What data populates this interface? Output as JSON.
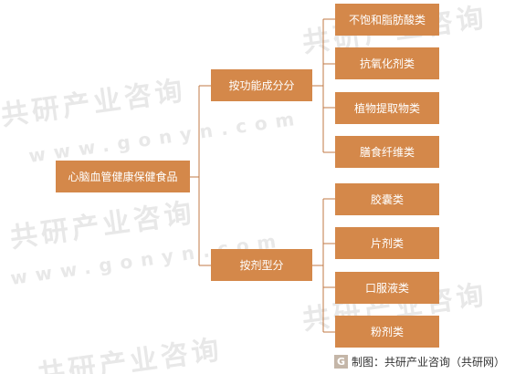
{
  "diagram": {
    "root": {
      "label": "心脑血管健康保健食品"
    },
    "categories": [
      {
        "label": "按功能成分分",
        "children": [
          "不饱和脂肪酸类",
          "抗氧化剂类",
          "植物提取物类",
          "膳食纤维类"
        ]
      },
      {
        "label": "按剂型分",
        "children": [
          "胶囊类",
          "片剂类",
          "口服液类",
          "粉剂类"
        ]
      }
    ]
  },
  "watermark": {
    "brand": "共研产业咨询",
    "url": "www.gonyn.com"
  },
  "source": {
    "logo_letter": "G",
    "text": "制图：共研产业咨询（共研网）"
  },
  "colors": {
    "node_fill": "#d4884a",
    "node_text": "#ffffff",
    "connector": "#c07a44",
    "watermark": "#e8e8e8"
  }
}
